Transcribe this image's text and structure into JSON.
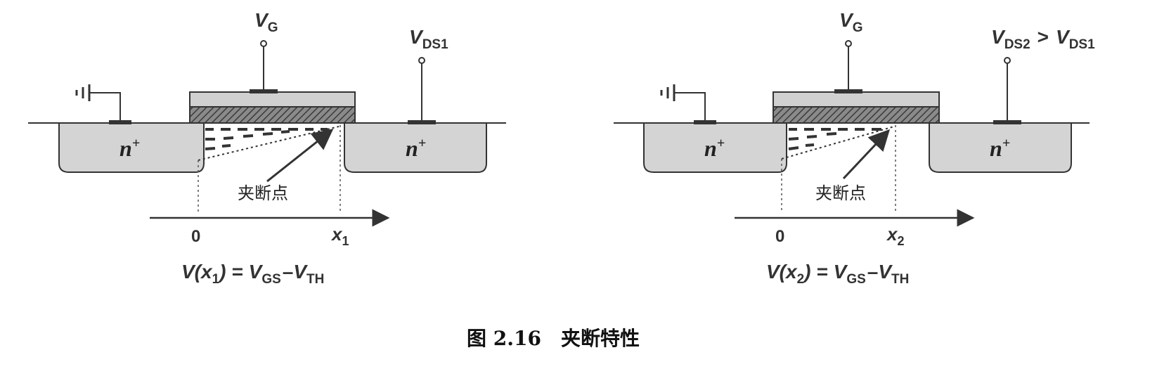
{
  "panels": [
    {
      "gate_label": "V",
      "gate_sub": "G",
      "drain_label": "V",
      "drain_sub": "DS1",
      "drain_rel": "",
      "drain_rel_label": "",
      "drain_rel_sub": "",
      "n_plus_left": "n",
      "n_plus_right": "n",
      "n_plus_sup": "+",
      "pinch_label": "夹断点",
      "axis_origin": "0",
      "axis_point": "x",
      "axis_point_sub": "1",
      "eq_lhs_open": "V(",
      "eq_lhs_x": "x",
      "eq_lhs_sub": "1",
      "eq_lhs_close": ") =",
      "eq_rhs1": "V",
      "eq_rhs1_sub": "GS",
      "eq_minus": "–",
      "eq_rhs2": "V",
      "eq_rhs2_sub": "TH"
    },
    {
      "gate_label": "V",
      "gate_sub": "G",
      "drain_label": "V",
      "drain_sub": "DS2",
      "drain_rel": ">",
      "drain_rel_label": "V",
      "drain_rel_sub": "DS1",
      "n_plus_left": "n",
      "n_plus_right": "n",
      "n_plus_sup": "+",
      "pinch_label": "夹断点",
      "axis_origin": "0",
      "axis_point": "x",
      "axis_point_sub": "2",
      "eq_lhs_open": "V(",
      "eq_lhs_x": "x",
      "eq_lhs_sub": "2",
      "eq_lhs_close": ") =",
      "eq_rhs1": "V",
      "eq_rhs1_sub": "GS",
      "eq_minus": "–",
      "eq_rhs2": "V",
      "eq_rhs2_sub": "TH"
    }
  ],
  "caption": "图 2.16　夹断特性",
  "colors": {
    "line": "#333333",
    "diffusion": "#d4d4d4",
    "gate": "#d0d0d0",
    "oxide_hatch": "#555555"
  }
}
